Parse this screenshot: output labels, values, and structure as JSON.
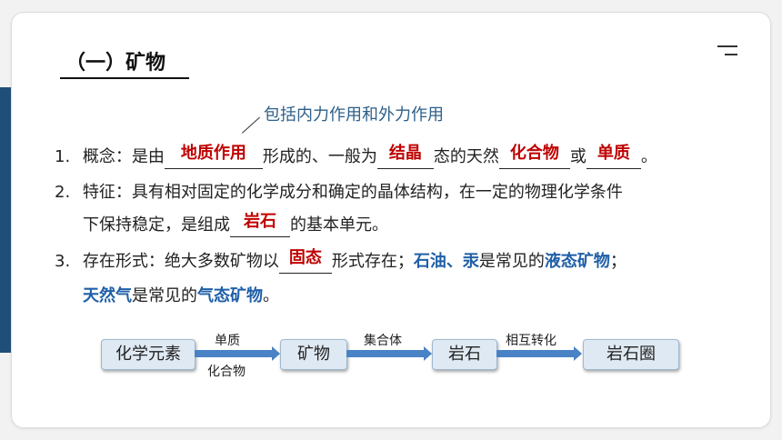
{
  "title": "（一）矿物",
  "note": "包括内力作用和外力作用",
  "line1": {
    "num": "1.",
    "t1": "概念：是由",
    "a1": "地质作用",
    "t2": "形成的、一般为",
    "a2": "结晶",
    "t3": "态的天然",
    "a3": "化合物",
    "t4": "或",
    "a4": "单质",
    "t5": "。"
  },
  "line2": {
    "num": "2.",
    "t1": "特征：具有相对固定的化学成分和确定的晶体结构，在一定的物理化学条件",
    "t2": "下保持稳定，是组成",
    "a1": "岩石",
    "t3": "的基本单元。"
  },
  "line3": {
    "num": "3.",
    "t1": "存在形式：绝大多数矿物以",
    "a1": "固态",
    "t2": "形式存在；",
    "b1": "石油、汞",
    "t3": "是常见的",
    "b2": "液态矿物",
    "t4": "；",
    "b3": "天然气",
    "t5": "是常见的",
    "b4": "气态矿物",
    "t6": "。"
  },
  "flow": {
    "boxes": [
      "化学元素",
      "矿物",
      "岩石",
      "岩石圈"
    ],
    "arrow1_top": "单质",
    "arrow1_bottom": "化合物",
    "arrow2_top": "集合体",
    "arrow3_top": "相互转化"
  },
  "colors": {
    "sidebar": "#1f4e79",
    "answer": "#c00000",
    "highlight": "#1f5fa8",
    "arrow": "#4a82c6"
  }
}
